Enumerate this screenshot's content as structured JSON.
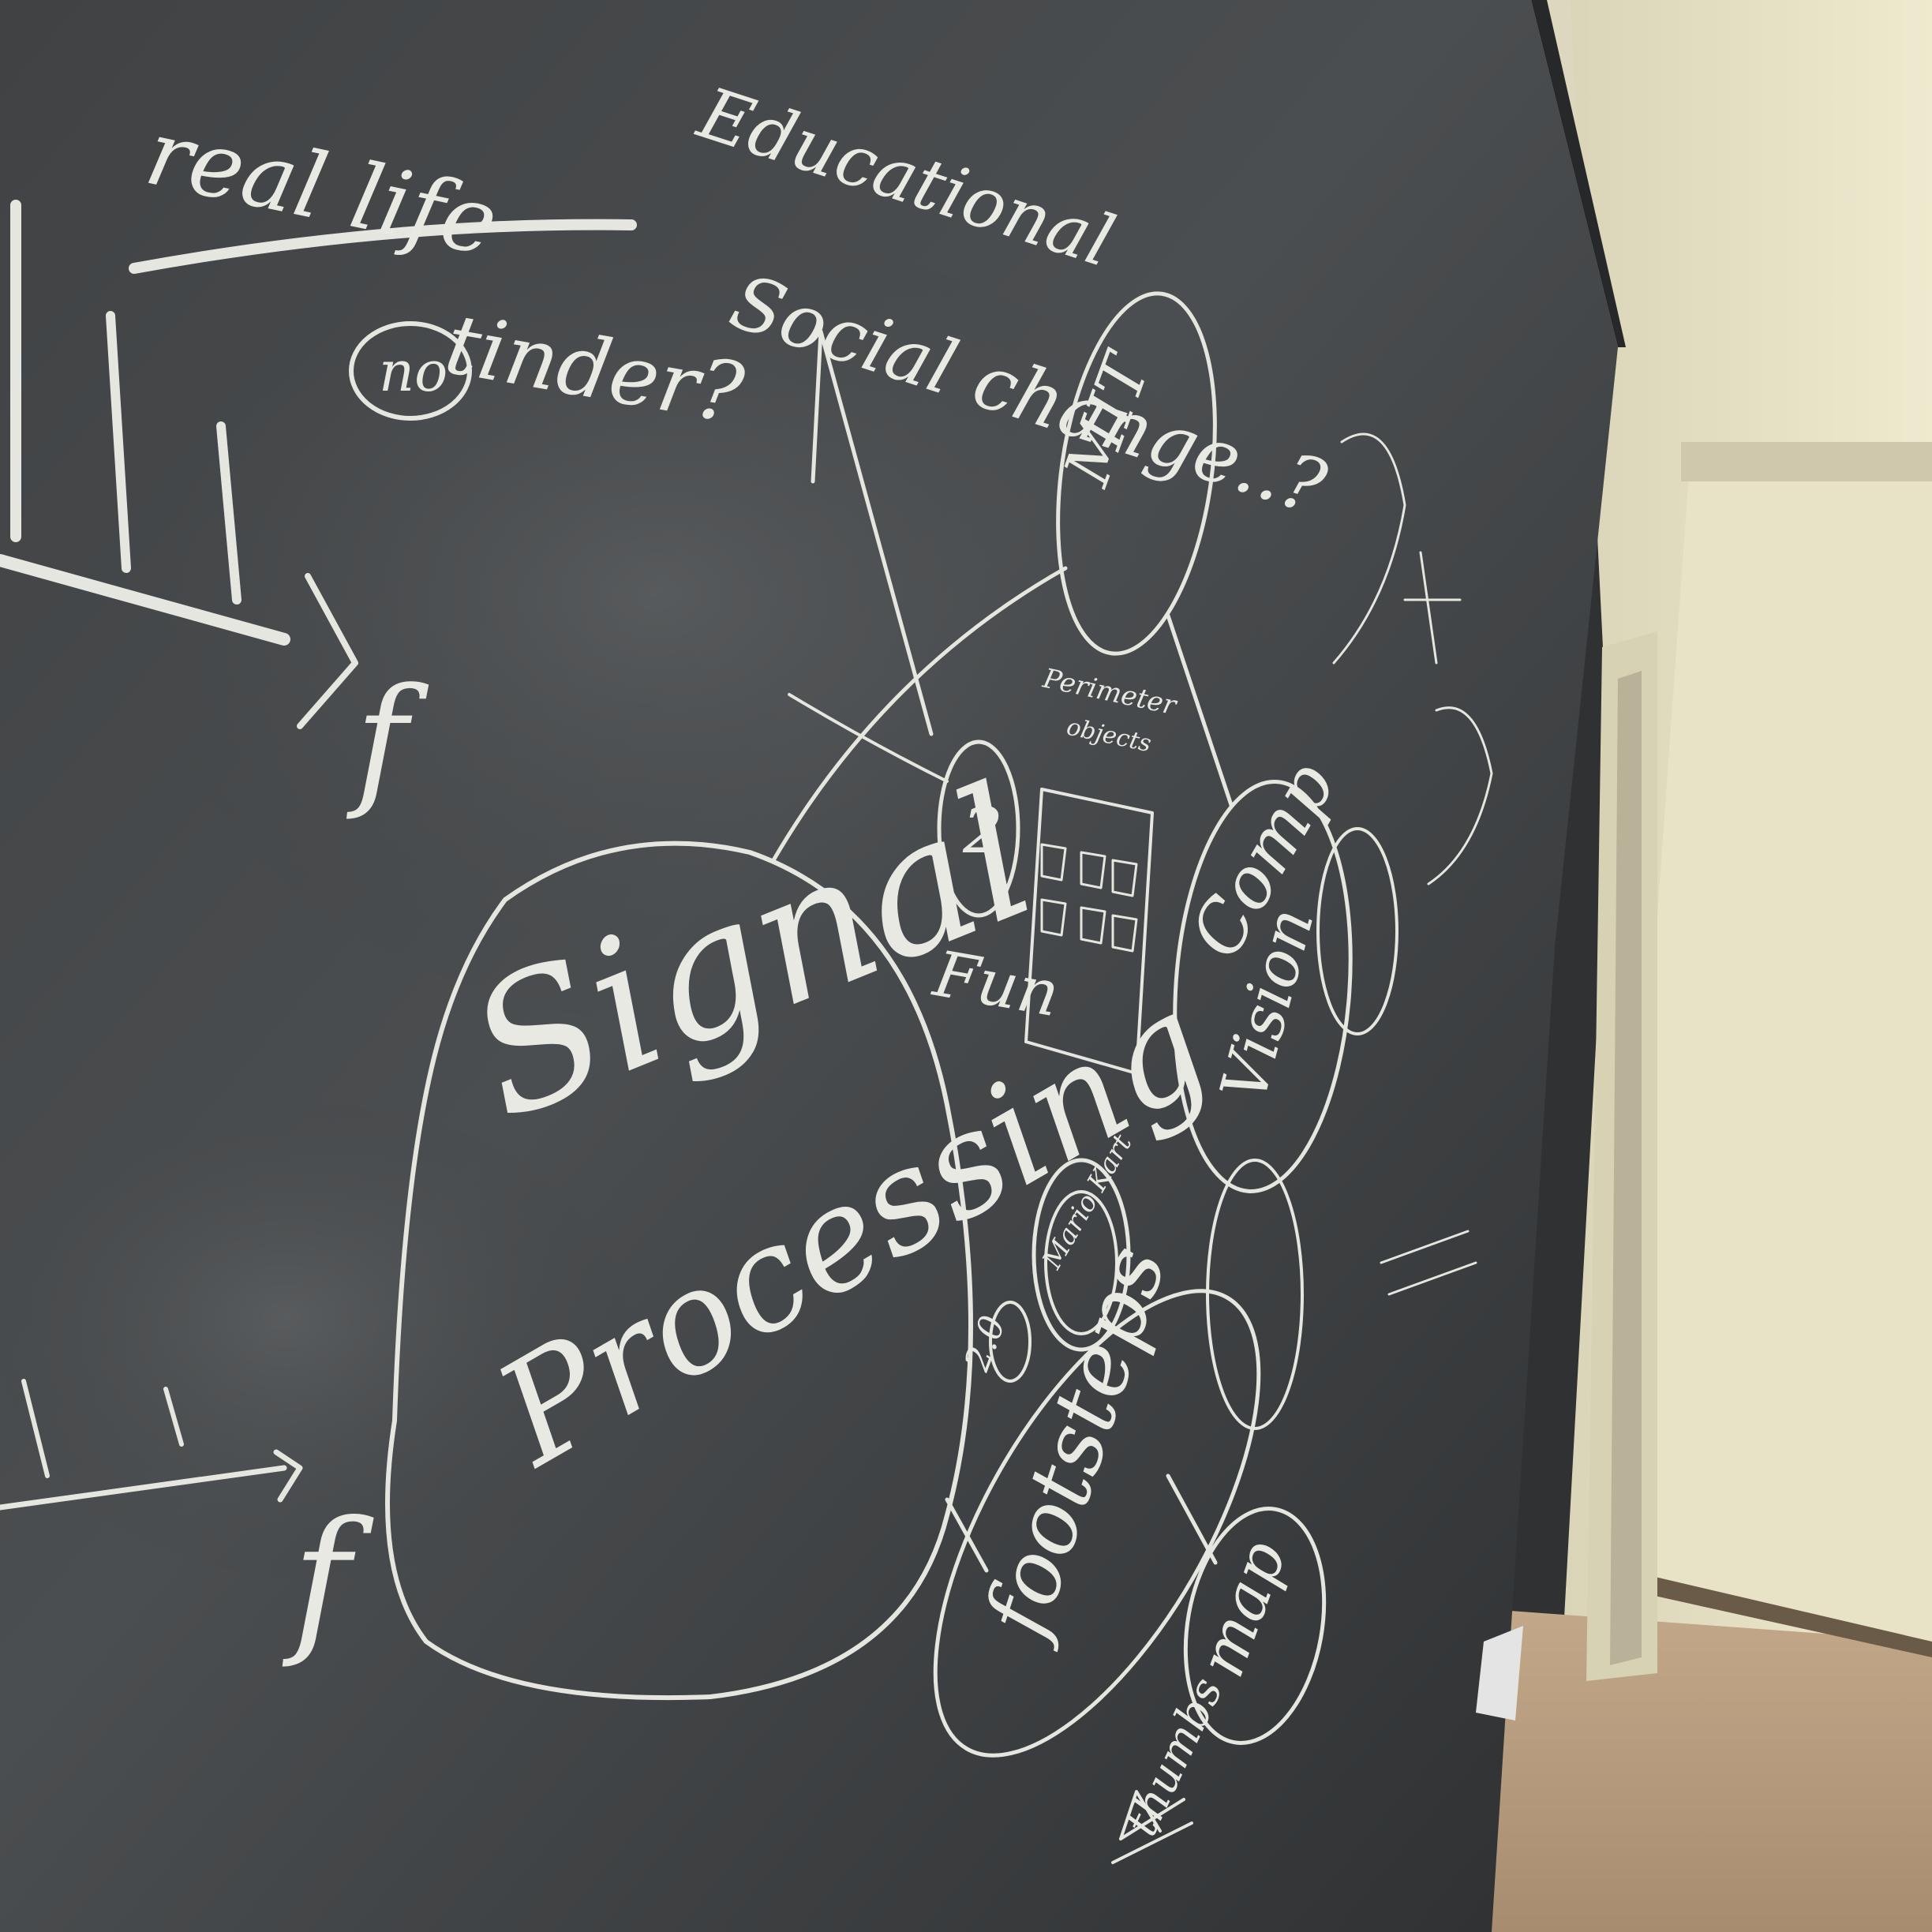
{
  "scene": {
    "colors": {
      "chalkboard": "#3a3c3e",
      "chalkboard_light": "#55585a",
      "chalk": "#e9e9e4",
      "wall": "#e6e1c7",
      "ceiling": "#ddd7bf",
      "floor": "#b59b80",
      "door_frame": "#d8d2b4",
      "baseboard": "#6a5a48"
    }
  },
  "chalkboard": {
    "texts": {
      "real_life": "real life",
      "tinder": "tinder?",
      "no": "no",
      "educational": "Educational",
      "social_change": "Social change..?",
      "mit": "MIT",
      "perimeter": "Perimeter",
      "objects": "objects",
      "fun": "Fun",
      "two": "2",
      "signal": "Signal",
      "processing": "Processing",
      "comp": "Comp",
      "vision": "Vision",
      "mario_kart": "Mario Kart",
      "footsteps": "footsteps",
      "map": "map",
      "two_point_oh": "2.0",
      "thumbs": "thumbs",
      "f1": "f",
      "f2": "f"
    }
  }
}
